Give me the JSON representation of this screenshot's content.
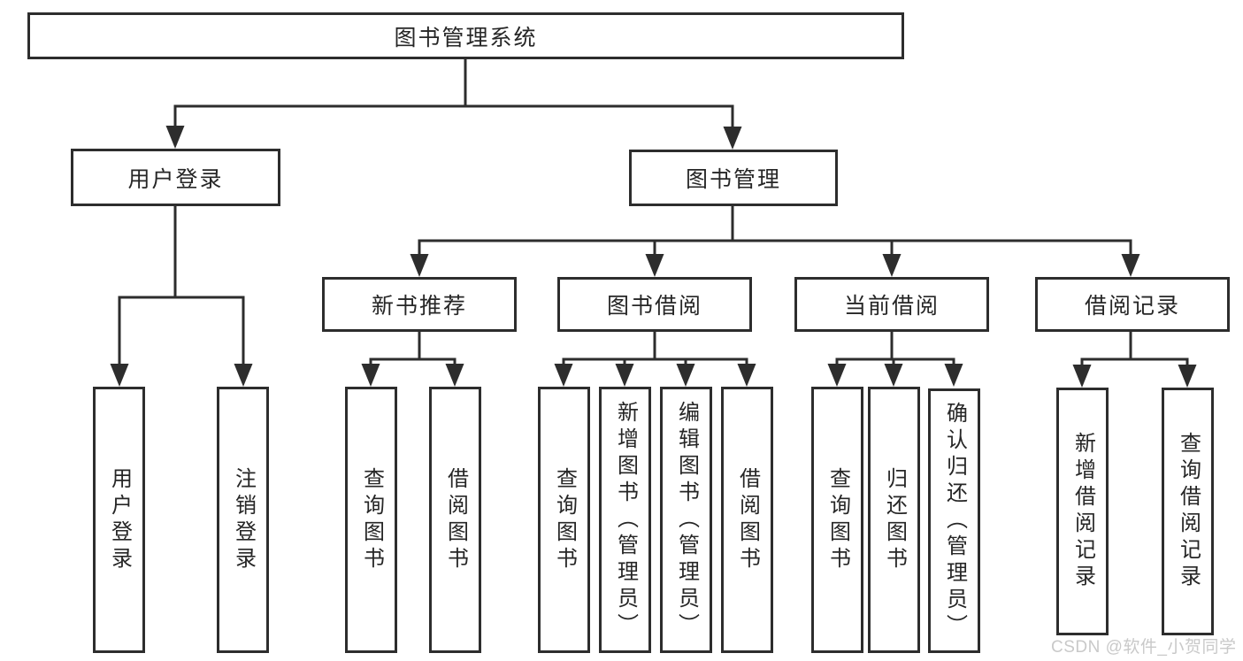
{
  "diagram": {
    "root": {
      "label": "图书管理系统"
    },
    "branches": [
      {
        "label": "用户登录",
        "children": [
          {
            "label": "用户登录"
          },
          {
            "label": "注销登录"
          }
        ]
      },
      {
        "label": "图书管理",
        "children": [
          {
            "label": "新书推荐",
            "children": [
              {
                "label": "查询图书"
              },
              {
                "label": "借阅图书"
              }
            ]
          },
          {
            "label": "图书借阅",
            "children": [
              {
                "label": "查询图书"
              },
              {
                "label": "新增图书（管理员）"
              },
              {
                "label": "编辑图书（管理员）"
              },
              {
                "label": "借阅图书"
              }
            ]
          },
          {
            "label": "当前借阅",
            "children": [
              {
                "label": "查询图书"
              },
              {
                "label": "归还图书"
              },
              {
                "label": "确认归还（管理员）"
              }
            ]
          },
          {
            "label": "借阅记录",
            "children": [
              {
                "label": "新增借阅记录"
              },
              {
                "label": "查询借阅记录"
              }
            ]
          }
        ]
      }
    ]
  },
  "watermark": {
    "text": "CSDN @软件_小贺同学"
  },
  "colors": {
    "line": "#2d2d2d",
    "text": "#262626",
    "background": "#ffffff",
    "watermark": "#c9c9c9"
  }
}
